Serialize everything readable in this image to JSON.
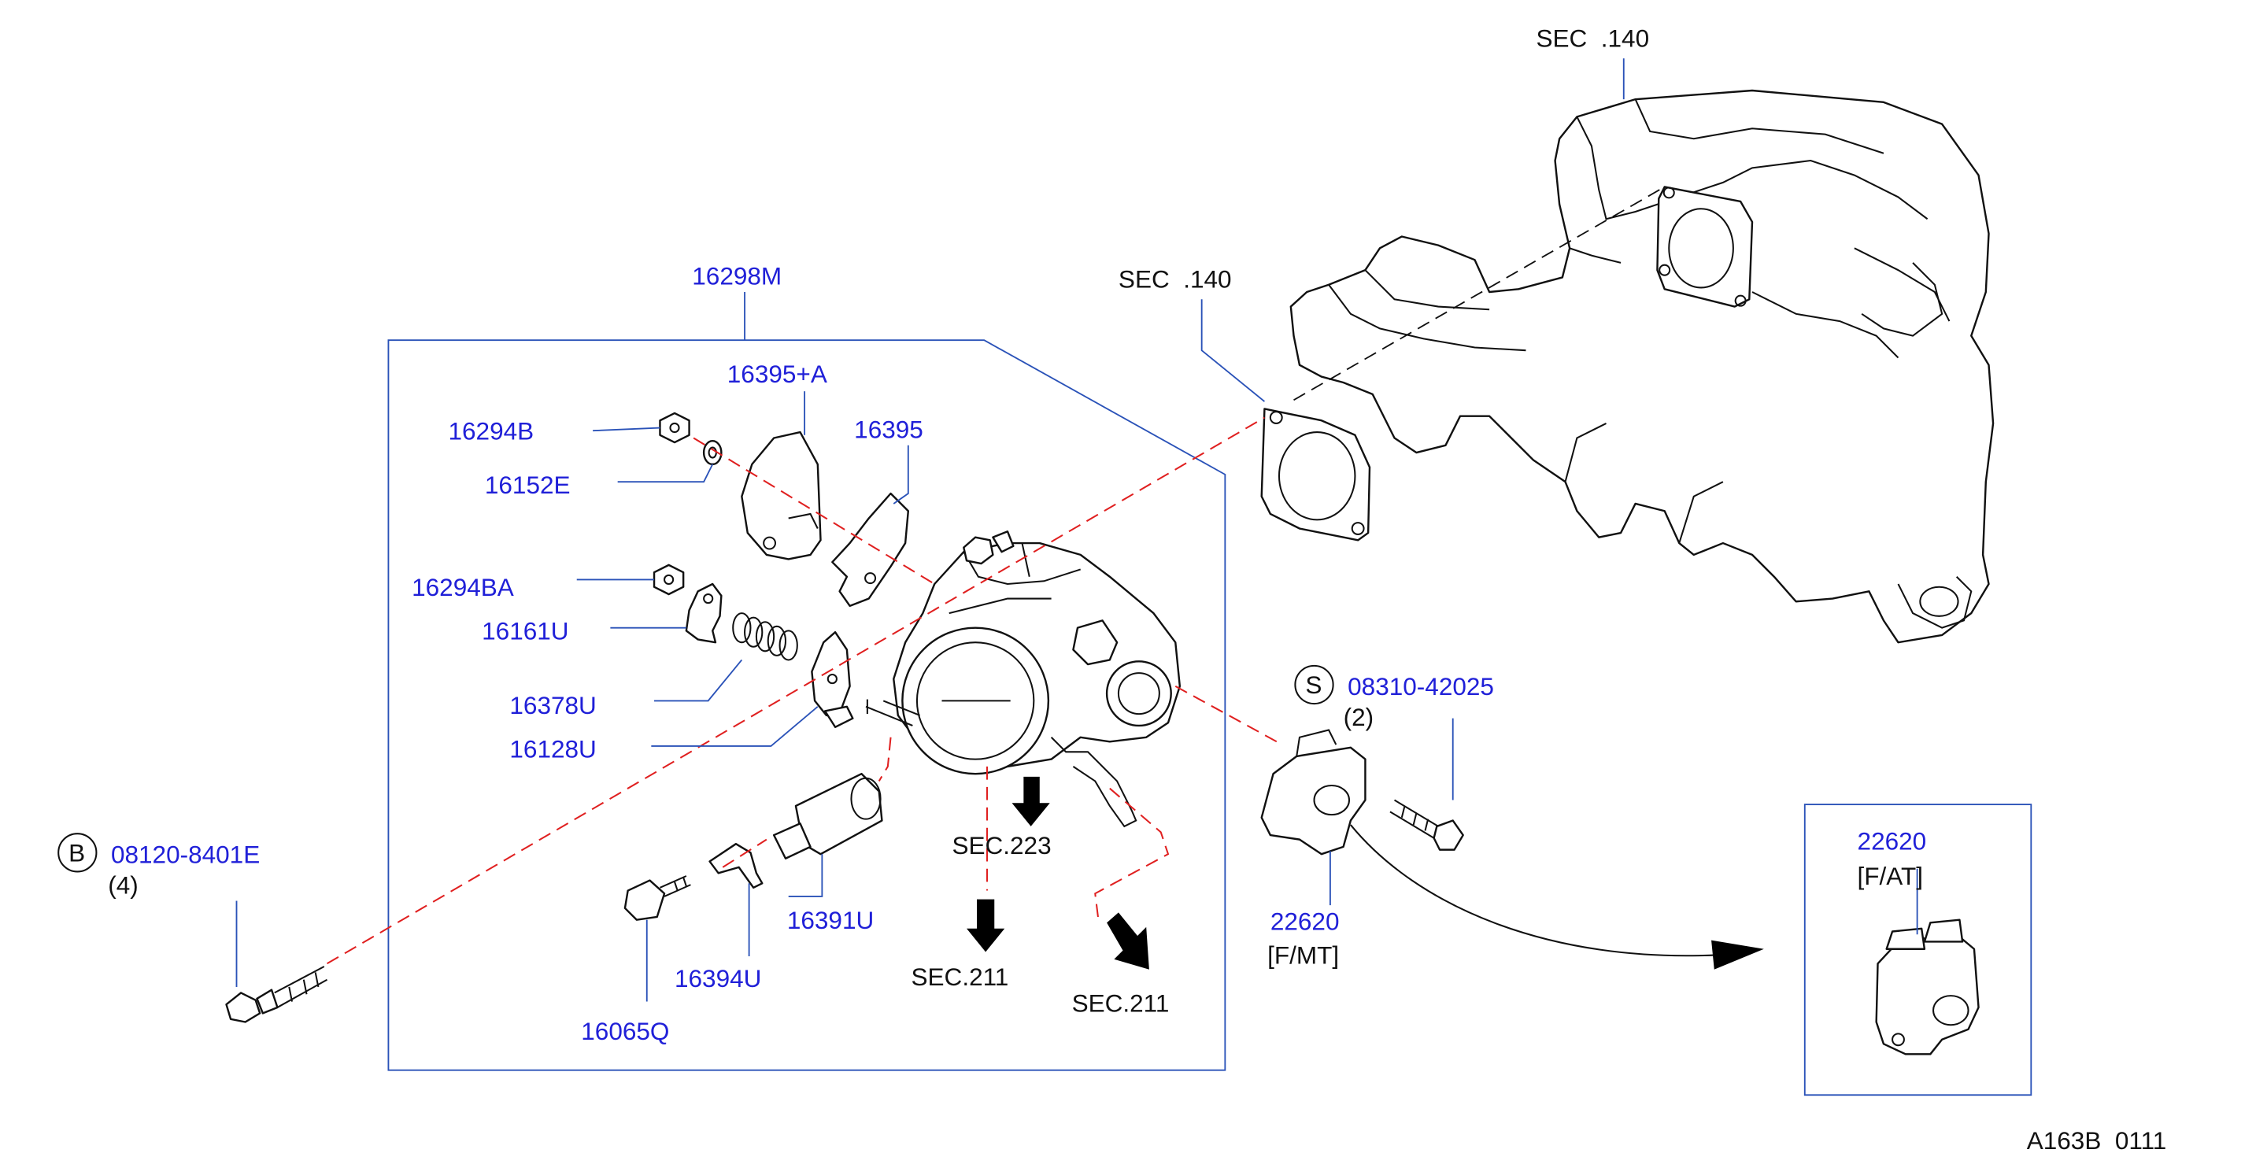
{
  "sections": {
    "manifold_top": "SEC  .140",
    "gasket": "SEC  .140",
    "sec223": "SEC.223",
    "sec211_left": "SEC.211",
    "sec211_right": "SEC.211"
  },
  "parts": {
    "assy": "16298M",
    "p16395A": "16395+A",
    "p16395": "16395",
    "p16294B": "16294B",
    "p16152E": "16152E",
    "p16294BA": "16294BA",
    "p16161U": "16161U",
    "p16378U": "16378U",
    "p16128U": "16128U",
    "p16391U": "16391U",
    "p16394U": "16394U",
    "p16065Q": "16065Q",
    "bolt_b": "08120-8401E",
    "bolt_b_qty": "(4)",
    "bolt_b_symbol": "B",
    "screw_s": "08310-42025",
    "screw_s_qty": "(2)",
    "screw_s_symbol": "S",
    "sensor_mt": "22620",
    "sensor_mt_variant": "[F/MT]",
    "sensor_at": "22620",
    "sensor_at_variant": "[F/AT]"
  },
  "footer_code": "A163B  0111",
  "colors": {
    "part_number": "#2020d8",
    "leader": "#2a52b8",
    "dash": "#e02020"
  }
}
